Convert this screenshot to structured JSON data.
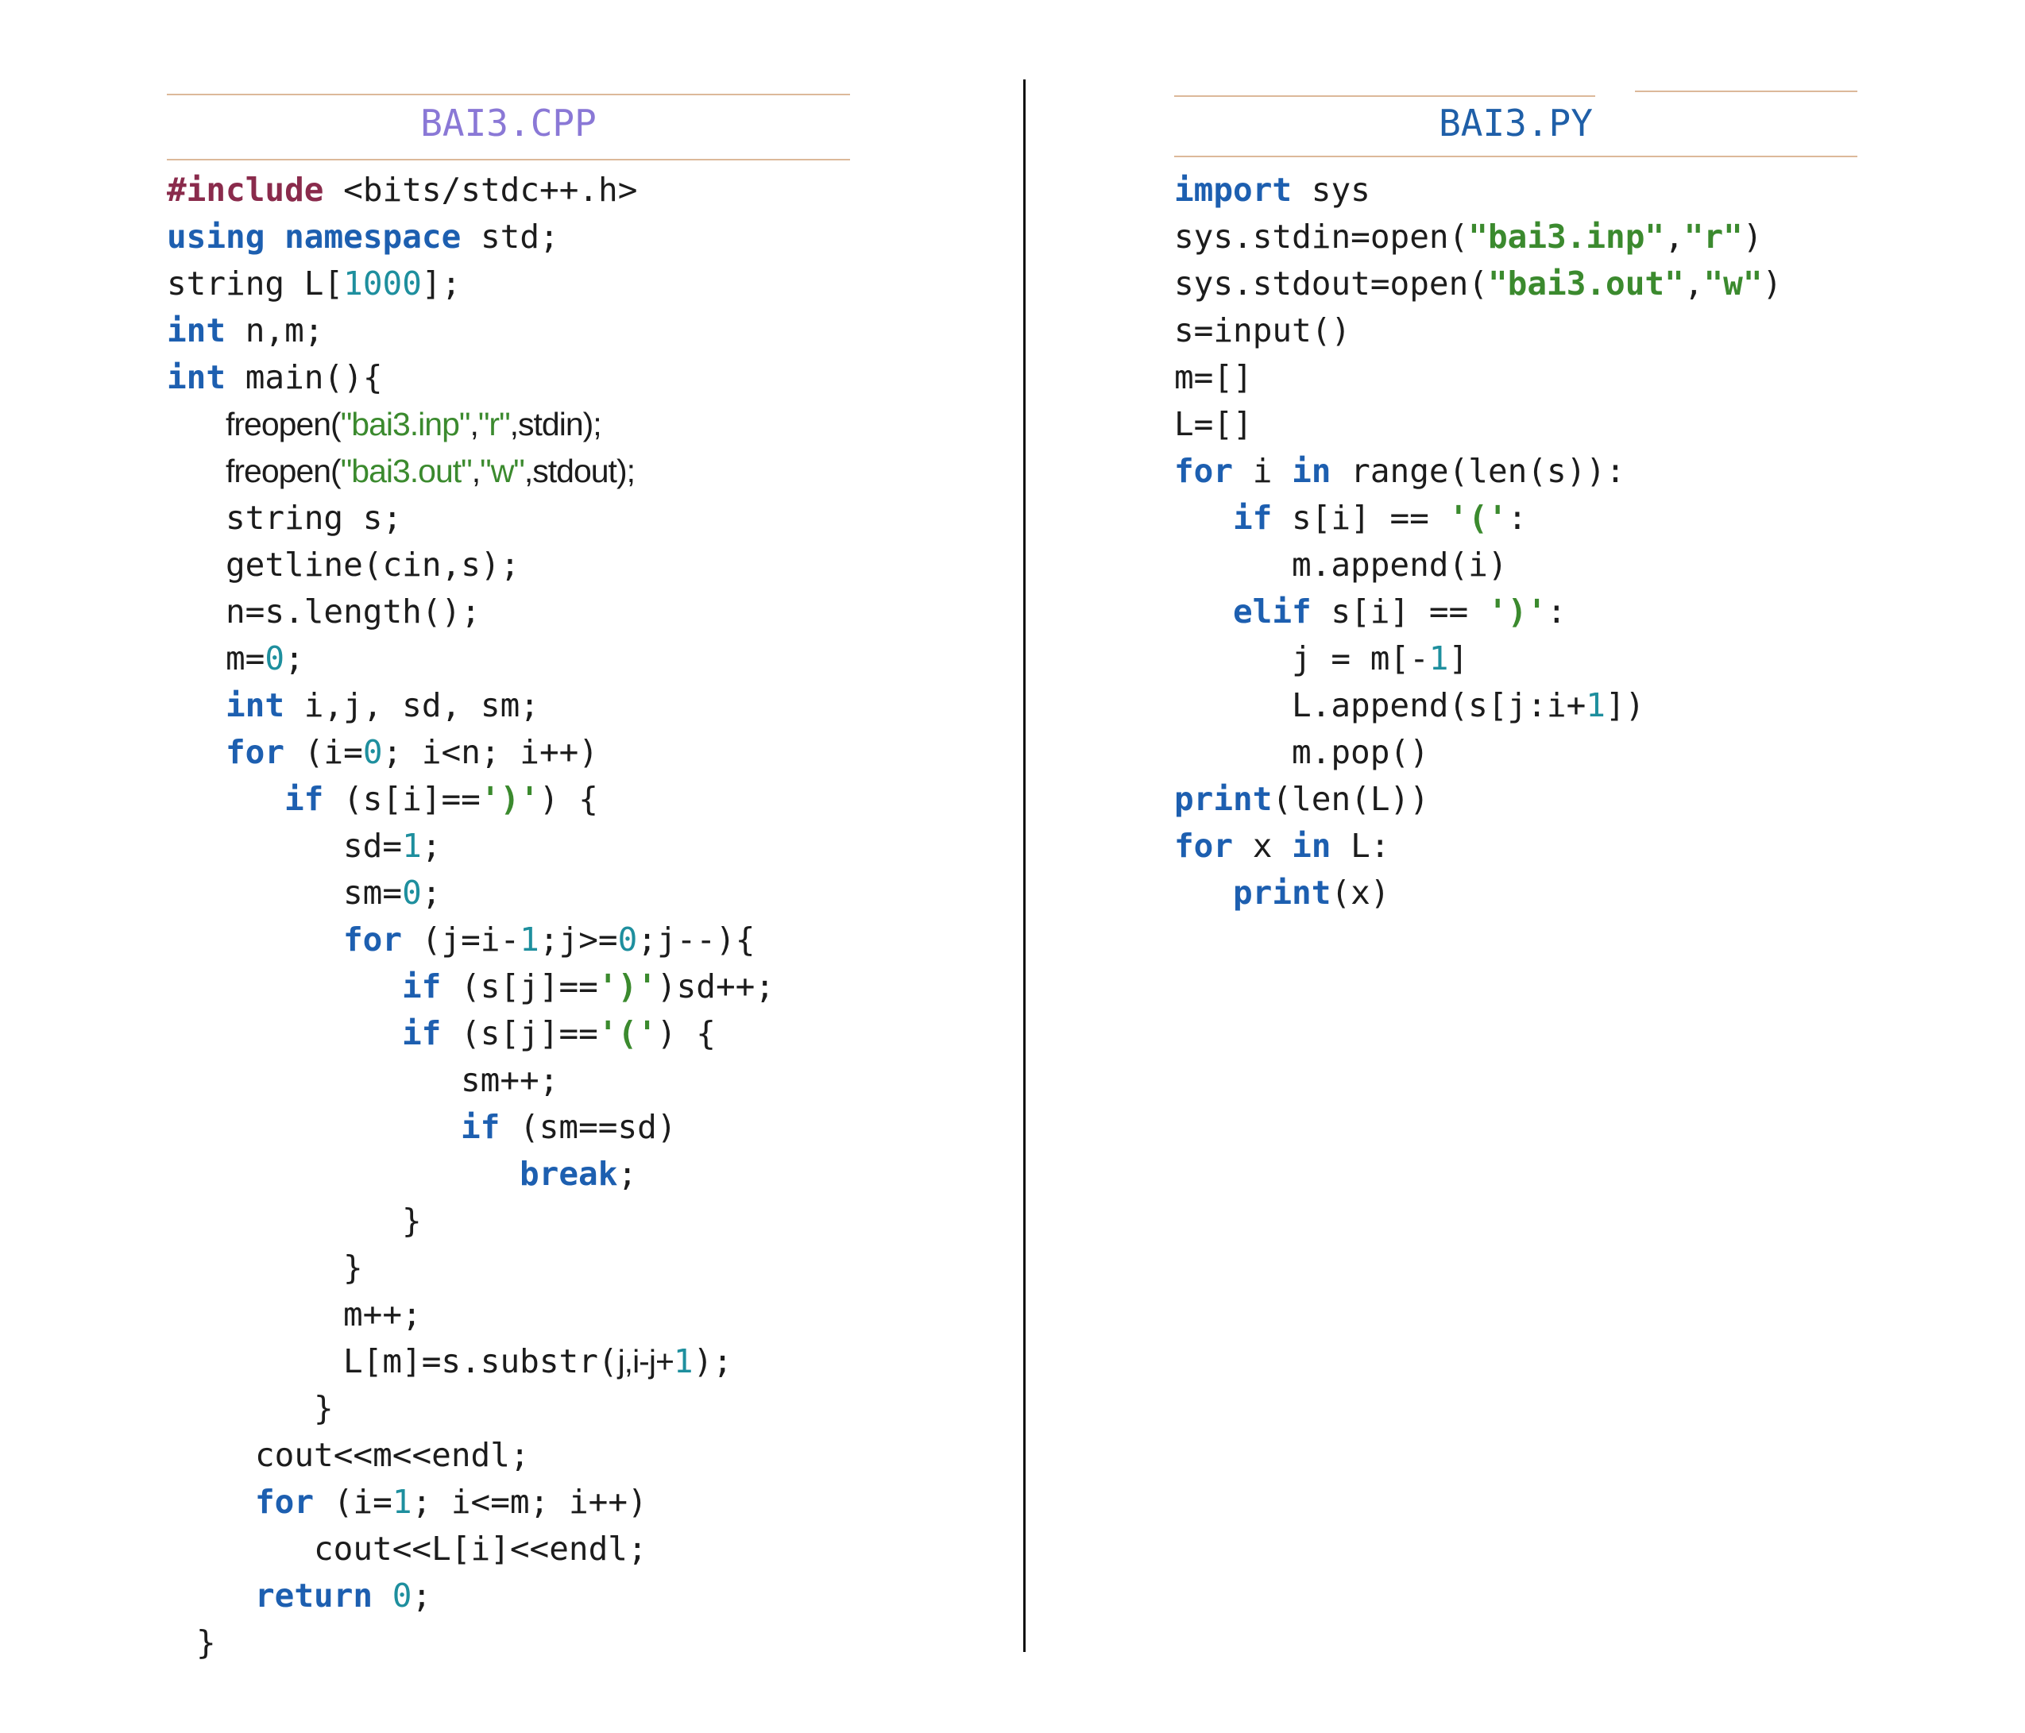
{
  "cpp": {
    "title": "BAI3.CPP",
    "lines": [
      {
        "indent": 0,
        "segs": [
          {
            "t": "#include",
            "c": "pp"
          },
          {
            "t": " <bits/stdc++.h>"
          }
        ]
      },
      {
        "indent": 0,
        "segs": [
          {
            "t": "using",
            "c": "kw"
          },
          {
            "t": " "
          },
          {
            "t": "namespace",
            "c": "kw"
          },
          {
            "t": " std;"
          }
        ]
      },
      {
        "indent": 0,
        "segs": [
          {
            "t": "string L["
          },
          {
            "t": "1000",
            "c": "num"
          },
          {
            "t": "];"
          }
        ]
      },
      {
        "indent": 0,
        "segs": [
          {
            "t": "int",
            "c": "kw"
          },
          {
            "t": " n,m;"
          }
        ]
      },
      {
        "indent": 0,
        "segs": [
          {
            "t": "int",
            "c": "kw"
          },
          {
            "t": " main(){"
          }
        ]
      },
      {
        "indent": 2,
        "segs": [
          {
            "t": "freopen(",
            "c": "sans"
          },
          {
            "t": "\"bai3.inp\"",
            "c": "str sans"
          },
          {
            "t": ",",
            "c": "sans"
          },
          {
            "t": "\"r\"",
            "c": "str sans"
          },
          {
            "t": ",stdin);",
            "c": "sans"
          }
        ]
      },
      {
        "indent": 2,
        "segs": [
          {
            "t": "freopen(",
            "c": "sans"
          },
          {
            "t": "\"bai3.out\"",
            "c": "str sans"
          },
          {
            "t": ",",
            "c": "sans"
          },
          {
            "t": "\"w\"",
            "c": "str sans"
          },
          {
            "t": ",stdout);",
            "c": "sans"
          }
        ]
      },
      {
        "indent": 2,
        "segs": [
          {
            "t": "string s;"
          }
        ]
      },
      {
        "indent": 2,
        "segs": [
          {
            "t": "getline(cin,s);"
          }
        ]
      },
      {
        "indent": 2,
        "segs": [
          {
            "t": "n=s.length();"
          }
        ]
      },
      {
        "indent": 2,
        "segs": [
          {
            "t": "m="
          },
          {
            "t": "0",
            "c": "num"
          },
          {
            "t": ";"
          }
        ]
      },
      {
        "indent": 2,
        "segs": [
          {
            "t": "int",
            "c": "kw"
          },
          {
            "t": " i,j, sd, sm;"
          }
        ]
      },
      {
        "indent": 2,
        "segs": [
          {
            "t": "for",
            "c": "kw"
          },
          {
            "t": " (i="
          },
          {
            "t": "0",
            "c": "num"
          },
          {
            "t": "; i<n; i++)"
          }
        ]
      },
      {
        "indent": 4,
        "segs": [
          {
            "t": "if",
            "c": "kw"
          },
          {
            "t": " (s[i]=="
          },
          {
            "t": "')'",
            "c": "strb"
          },
          {
            "t": ") {"
          }
        ]
      },
      {
        "indent": 6,
        "segs": [
          {
            "t": "sd="
          },
          {
            "t": "1",
            "c": "num"
          },
          {
            "t": ";"
          }
        ]
      },
      {
        "indent": 6,
        "segs": [
          {
            "t": "sm="
          },
          {
            "t": "0",
            "c": "num"
          },
          {
            "t": ";"
          }
        ]
      },
      {
        "indent": 6,
        "segs": [
          {
            "t": "for",
            "c": "kw"
          },
          {
            "t": " (j=i-"
          },
          {
            "t": "1",
            "c": "num"
          },
          {
            "t": ";j>="
          },
          {
            "t": "0",
            "c": "num"
          },
          {
            "t": ";j--){"
          }
        ]
      },
      {
        "indent": 8,
        "segs": [
          {
            "t": "if",
            "c": "kw"
          },
          {
            "t": " (s[j]=="
          },
          {
            "t": "')'",
            "c": "strb"
          },
          {
            "t": ")sd++;"
          }
        ]
      },
      {
        "indent": 8,
        "segs": [
          {
            "t": "if",
            "c": "kw"
          },
          {
            "t": " (s[j]=="
          },
          {
            "t": "'('",
            "c": "strb"
          },
          {
            "t": ") {"
          }
        ]
      },
      {
        "indent": 10,
        "segs": [
          {
            "t": "sm++;"
          }
        ]
      },
      {
        "indent": 10,
        "segs": [
          {
            "t": "if",
            "c": "kw"
          },
          {
            "t": " (sm==sd)"
          }
        ]
      },
      {
        "indent": 12,
        "segs": [
          {
            "t": "break",
            "c": "kw"
          },
          {
            "t": ";"
          }
        ]
      },
      {
        "indent": 8,
        "segs": [
          {
            "t": "}"
          }
        ]
      },
      {
        "indent": 6,
        "segs": [
          {
            "t": "}"
          }
        ]
      },
      {
        "indent": 6,
        "segs": [
          {
            "t": "m++;"
          }
        ]
      },
      {
        "indent": 6,
        "segs": [
          {
            "t": "L[m]=s.substr("
          },
          {
            "t": "j,i-j+",
            "c": "sans"
          },
          {
            "t": "1",
            "c": "num"
          },
          {
            "t": ");"
          }
        ]
      },
      {
        "indent": 5,
        "segs": [
          {
            "t": "}"
          }
        ]
      },
      {
        "indent": 3,
        "segs": [
          {
            "t": "cout<<m<<endl;"
          }
        ]
      },
      {
        "indent": 3,
        "segs": [
          {
            "t": "for",
            "c": "kw"
          },
          {
            "t": " (i="
          },
          {
            "t": "1",
            "c": "num"
          },
          {
            "t": "; i<=m; i++)"
          }
        ]
      },
      {
        "indent": 5,
        "segs": [
          {
            "t": "cout<<L[i]<<endl;"
          }
        ]
      },
      {
        "indent": 3,
        "segs": [
          {
            "t": "return",
            "c": "kw"
          },
          {
            "t": " "
          },
          {
            "t": "0",
            "c": "num"
          },
          {
            "t": ";"
          }
        ]
      },
      {
        "indent": 1,
        "segs": [
          {
            "t": "}"
          }
        ]
      }
    ]
  },
  "py": {
    "title": "BAI3.PY",
    "lines": [
      {
        "indent": 0,
        "segs": [
          {
            "t": "import",
            "c": "kw"
          },
          {
            "t": " sys"
          }
        ]
      },
      {
        "indent": 0,
        "segs": [
          {
            "t": "sys.stdin=open("
          },
          {
            "t": "\"bai3.inp\"",
            "c": "strb"
          },
          {
            "t": ","
          },
          {
            "t": "\"r\"",
            "c": "strb"
          },
          {
            "t": ")"
          }
        ]
      },
      {
        "indent": 0,
        "segs": [
          {
            "t": "sys.stdout=open("
          },
          {
            "t": "\"bai3.out\"",
            "c": "strb"
          },
          {
            "t": ","
          },
          {
            "t": "\"w\"",
            "c": "strb"
          },
          {
            "t": ")"
          }
        ]
      },
      {
        "indent": 0,
        "segs": [
          {
            "t": "s=input()"
          }
        ]
      },
      {
        "indent": 0,
        "segs": [
          {
            "t": "m=[]"
          }
        ]
      },
      {
        "indent": 0,
        "segs": [
          {
            "t": "L=[]"
          }
        ]
      },
      {
        "indent": 0,
        "segs": [
          {
            "t": "for",
            "c": "kw"
          },
          {
            "t": " i "
          },
          {
            "t": "in",
            "c": "kw"
          },
          {
            "t": " range(len(s)):"
          }
        ]
      },
      {
        "indent": 2,
        "segs": [
          {
            "t": "if",
            "c": "kw"
          },
          {
            "t": " s[i] == "
          },
          {
            "t": "'('",
            "c": "strb"
          },
          {
            "t": ":"
          }
        ]
      },
      {
        "indent": 4,
        "segs": [
          {
            "t": "m.append(i)"
          }
        ]
      },
      {
        "indent": 2,
        "segs": [
          {
            "t": "elif",
            "c": "kw"
          },
          {
            "t": " s[i] == "
          },
          {
            "t": "')'",
            "c": "strb"
          },
          {
            "t": ":"
          }
        ]
      },
      {
        "indent": 4,
        "segs": [
          {
            "t": "j = m[-"
          },
          {
            "t": "1",
            "c": "num"
          },
          {
            "t": "]"
          }
        ]
      },
      {
        "indent": 4,
        "segs": [
          {
            "t": "L.append(s[j:i+"
          },
          {
            "t": "1",
            "c": "num"
          },
          {
            "t": "])"
          }
        ]
      },
      {
        "indent": 4,
        "segs": [
          {
            "t": "m.pop()"
          }
        ]
      },
      {
        "indent": 0,
        "segs": [
          {
            "t": "print",
            "c": "kw"
          },
          {
            "t": "(len(L))"
          }
        ]
      },
      {
        "indent": 0,
        "segs": [
          {
            "t": "for",
            "c": "kw"
          },
          {
            "t": " x "
          },
          {
            "t": "in",
            "c": "kw"
          },
          {
            "t": " L:"
          }
        ]
      },
      {
        "indent": 2,
        "segs": [
          {
            "t": "print",
            "c": "kw"
          },
          {
            "t": "(x)"
          }
        ]
      }
    ]
  }
}
